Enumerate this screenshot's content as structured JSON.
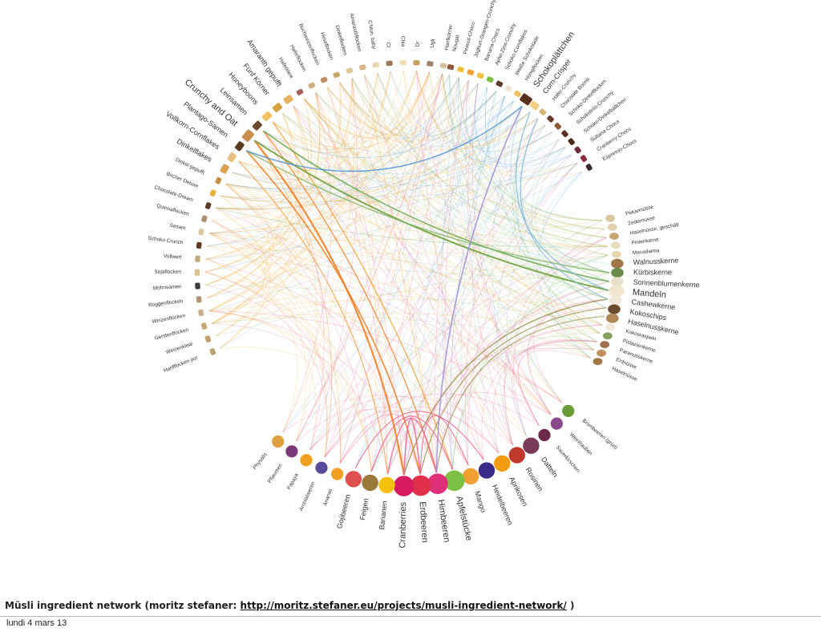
{
  "caption": {
    "text": "Müsli ingredient network (moritz stefaner: ",
    "link": "http://moritz.stefaner.eu/projects/musli-ingredient-network/",
    "end": " )"
  },
  "footer_date": "lundi 4 mars 13",
  "colors": {
    "cereals": "#f2b54a",
    "sweets": "#7fb8de",
    "nuts": "#93c47d",
    "fruits": "#ee5f8e",
    "highlight_orange": "#f07a1a",
    "highlight_green": "#6aa84f",
    "highlight_purple": "#9a8fd6",
    "highlight_blue": "#4a90d9",
    "highlight_olive": "#9a9a55"
  },
  "groups": [
    {
      "key": "cereals",
      "color": "#f2b54a",
      "items": [
        {
          "label": "Hanfkörner",
          "w": 1
        },
        {
          "label": "Ugli",
          "w": 1
        },
        {
          "label": "Dr",
          "w": 1
        },
        {
          "label": "Chia",
          "w": 1
        },
        {
          "label": "Cl",
          "w": 1
        },
        {
          "label": "C'Mon. baby",
          "w": 1
        },
        {
          "label": "Amaranthflocken",
          "w": 1
        },
        {
          "label": "Dinkelflocken",
          "w": 1
        },
        {
          "label": "Hirseflocken",
          "w": 1
        },
        {
          "label": "Buchweizenflocken",
          "w": 1
        },
        {
          "label": "Haferflocken",
          "w": 1
        },
        {
          "label": "Haferkleie",
          "w": 1
        },
        {
          "label": "Amaranth gepufft",
          "w": 2
        },
        {
          "label": "Fünf Körner",
          "w": 2
        },
        {
          "label": "Honeyboons",
          "w": 2
        },
        {
          "label": "Leinsamen",
          "w": 2
        },
        {
          "label": "Crunchy and Oat",
          "w": 3
        },
        {
          "label": "Plantago-Samen",
          "w": 2
        },
        {
          "label": "Vollkorn-Cornflakes",
          "w": 2
        },
        {
          "label": "Dinkelflakes",
          "w": 2
        },
        {
          "label": "Dinkel gepufft",
          "w": 1
        },
        {
          "label": "Bircher Deluxe",
          "w": 1
        },
        {
          "label": "Chocolate-Dream",
          "w": 1
        },
        {
          "label": "Quinoaflocken",
          "w": 1
        },
        {
          "label": "Sesam",
          "w": 1
        },
        {
          "label": "Schoko Crunch",
          "w": 1
        },
        {
          "label": "Vollwert",
          "w": 1
        },
        {
          "label": "Sojaflocken",
          "w": 1
        },
        {
          "label": "Mohnsamen",
          "w": 1
        },
        {
          "label": "Roggenflocken",
          "w": 1
        },
        {
          "label": "Weizenflocken",
          "w": 1
        },
        {
          "label": "Gerstenflocken",
          "w": 1
        },
        {
          "label": "Weizenkleie",
          "w": 1
        },
        {
          "label": "Hanfflocken pur",
          "w": 1
        }
      ]
    },
    {
      "key": "sweets",
      "color": "#7fb8de",
      "items": [
        {
          "label": "Nougat",
          "w": 1
        },
        {
          "label": "Peanut-Choco",
          "w": 1
        },
        {
          "label": "Joghurt-Orangen-Crunchy",
          "w": 1
        },
        {
          "label": "Banana-Chocs",
          "w": 1
        },
        {
          "label": "Apfel-Zimt-Crunchy",
          "w": 1
        },
        {
          "label": "Schoko-Cornflakes",
          "w": 1
        },
        {
          "label": "Weiße Schokolade",
          "w": 1
        },
        {
          "label": "Honigflocken",
          "w": 1
        },
        {
          "label": "Schokoplättchen",
          "w": 3
        },
        {
          "label": "Corn-Crisper",
          "w": 2
        },
        {
          "label": "Hafer-Crunchy",
          "w": 1
        },
        {
          "label": "Chocolate Boons",
          "w": 1
        },
        {
          "label": "Schoko-Dinkelflocken",
          "w": 1
        },
        {
          "label": "Schokolinis-Crunchy",
          "w": 1
        },
        {
          "label": "Schoko-Dinkelbällchen",
          "w": 1
        },
        {
          "label": "Sultana-Chocs",
          "w": 1
        },
        {
          "label": "Cranberry-Chocs",
          "w": 1
        },
        {
          "label": "Espresso-Chocs",
          "w": 1
        }
      ]
    },
    {
      "key": "nuts",
      "color": "#93c47d",
      "items": [
        {
          "label": "Pekannüsse",
          "w": 1
        },
        {
          "label": "Zedernüsse",
          "w": 1
        },
        {
          "label": "Haselnüsse, geschält",
          "w": 1
        },
        {
          "label": "Pinienkerne",
          "w": 1
        },
        {
          "label": "Macadamia",
          "w": 1
        },
        {
          "label": "Walnusskerne",
          "w": 2
        },
        {
          "label": "Kürbiskerne",
          "w": 2
        },
        {
          "label": "Sonnenblumenkerne",
          "w": 2
        },
        {
          "label": "Mandeln",
          "w": 3
        },
        {
          "label": "Cashewkerne",
          "w": 2
        },
        {
          "label": "Kokoschips",
          "w": 2
        },
        {
          "label": "Haselnusskerne",
          "w": 2
        },
        {
          "label": "Kokosraspeln",
          "w": 1
        },
        {
          "label": "Pistazienkerne",
          "w": 1
        },
        {
          "label": "Paranusskerne",
          "w": 1
        },
        {
          "label": "Erdnüsse",
          "w": 1
        },
        {
          "label": "Haselnüsse",
          "w": 1
        }
      ]
    },
    {
      "key": "fruits",
      "color": "#ee5f8e",
      "items": [
        {
          "label": "Brombeeren (grün)",
          "w": 1
        },
        {
          "label": "Weintrauben",
          "w": 1
        },
        {
          "label": "Sauerkirschen",
          "w": 1
        },
        {
          "label": "Datteln",
          "w": 2
        },
        {
          "label": "Rosinen",
          "w": 2
        },
        {
          "label": "Aprikosen",
          "w": 2
        },
        {
          "label": "Heidelbeeren",
          "w": 2
        },
        {
          "label": "Mango",
          "w": 2
        },
        {
          "label": "Apfelstücke",
          "w": 3
        },
        {
          "label": "Himbeeren",
          "w": 3
        },
        {
          "label": "Erdbeeren",
          "w": 3
        },
        {
          "label": "Cranberries",
          "w": 3
        },
        {
          "label": "Bananen",
          "w": 2
        },
        {
          "label": "Feigen",
          "w": 2
        },
        {
          "label": "Gojibeeren",
          "w": 2
        },
        {
          "label": "Ananas",
          "w": 1
        },
        {
          "label": "Aroniabeeren",
          "w": 1
        },
        {
          "label": "Papaya",
          "w": 1
        },
        {
          "label": "Pflaumen",
          "w": 1
        },
        {
          "label": "Physalis",
          "w": 1
        }
      ]
    }
  ]
}
